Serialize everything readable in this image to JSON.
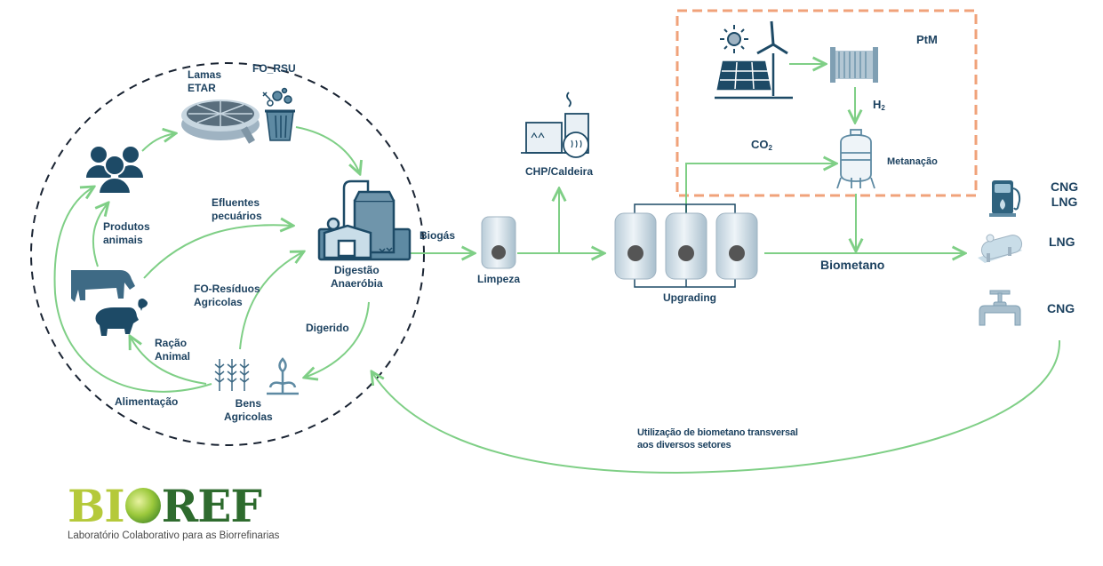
{
  "colors": {
    "arrow_green": "#7fcf86",
    "icon_navy": "#1d4a66",
    "icon_steel": "#5e8aa3",
    "icon_light": "#c9dde8",
    "ptm_border": "#f0a27a",
    "circle_dash": "#1a2433",
    "text": "#1d4260"
  },
  "circle": {
    "nodes": {
      "lamas_etar": {
        "label_line1": "Lamas",
        "label_line2": "ETAR",
        "icon": "clarifier-tank-icon"
      },
      "fo_rsu": {
        "label": "FO_RSU",
        "icon": "organic-waste-bin-icon"
      },
      "people": {
        "icon": "people-group-icon"
      },
      "digestao": {
        "label_line1": "Digestão",
        "label_line2": "Anaeróbia",
        "icon": "biodigester-plant-icon"
      },
      "animals": {
        "icons": [
          "cow-icon",
          "chicken-icon",
          "pig-icon"
        ]
      },
      "bens_agricolas": {
        "label_line1": "Bens",
        "label_line2": "Agricolas",
        "icons": [
          "wheat-icon",
          "plant-sprout-icon"
        ]
      }
    },
    "flows": {
      "efluentes": {
        "line1": "Efluentes",
        "line2": "pecuários"
      },
      "produtos_animais": {
        "line1": "Produtos",
        "line2": "animais"
      },
      "fo_residuos": {
        "line1": "FO-Resíduos",
        "line2": "Agricolas"
      },
      "racao_animal": {
        "line1": "Ração",
        "line2": "Animal"
      },
      "digerido": "Digerido",
      "alimentacao": "Alimentação"
    }
  },
  "process": {
    "biogas": "Biogás",
    "limpeza": "Limpeza",
    "chp": "CHP/Caldeira",
    "upgrading": "Upgrading",
    "biometano": "Biometano"
  },
  "ptm": {
    "title": "PtM",
    "h2": "H",
    "h2_sub": "2",
    "co2": "CO",
    "co2_sub": "2",
    "metanacao": "Metanação",
    "icons": [
      "solar-wind-icon",
      "electrolyzer-icon",
      "methanation-reactor-icon"
    ]
  },
  "uses": [
    {
      "line1": "CNG",
      "line2": "LNG",
      "icon": "gas-pump-icon"
    },
    {
      "line1": "LNG",
      "line2": "",
      "icon": "storage-tank-icon"
    },
    {
      "line1": "CNG",
      "line2": "",
      "icon": "pipeline-valve-icon"
    }
  ],
  "return_note": {
    "line1": "Utilização de biometano transversal",
    "line2": "aos diversos setores"
  },
  "logo": {
    "bi": "BI",
    "ref": "REF",
    "subtitle": "Laboratório Colaborativo para as Biorrefinarias"
  }
}
